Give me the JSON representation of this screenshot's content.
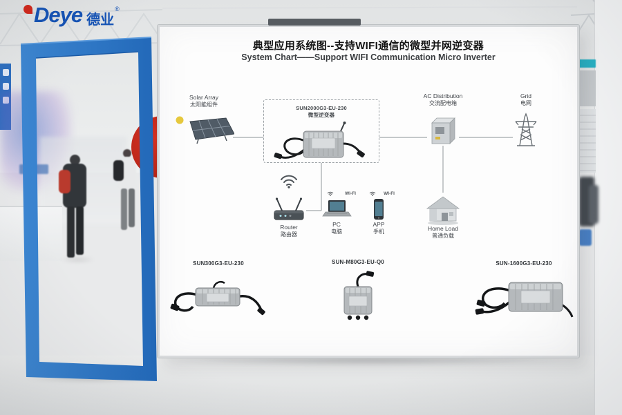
{
  "logo": {
    "brand": "Deye",
    "brand_cn": "德业",
    "registered": "®"
  },
  "board": {
    "title_cn": "典型应用系统图--支持WIFI通信的微型并网逆变器",
    "title_en": "System Chart——Support WIFI Communication Micro Inverter",
    "nodes": {
      "solar": {
        "label_en": "Solar Array",
        "label_cn": "太阳能组件"
      },
      "inverter": {
        "model": "SUN2000G3-EU-230",
        "label_cn": "微型逆变器"
      },
      "ac": {
        "label_en": "AC Distribution",
        "label_cn": "交流配电箱"
      },
      "grid": {
        "label_en": "Grid",
        "label_cn": "电网"
      },
      "router": {
        "label_en": "Router",
        "label_cn": "路由器"
      },
      "pc": {
        "label_en": "PC",
        "label_cn": "电脑",
        "wifi_label": "WI-FI"
      },
      "app": {
        "label_en": "APP",
        "label_cn": "手机",
        "wifi_label": "WI-FI"
      },
      "home": {
        "label_en": "Home Load",
        "label_cn": "普通负载"
      }
    },
    "products": [
      {
        "model": "SUN300G3-EU-230"
      },
      {
        "model": "SUN-M80G3-EU-Q0"
      },
      {
        "model": "SUN-1600G3-EU-230"
      }
    ]
  },
  "colors": {
    "deye_blue": "#1553b5",
    "deye_red": "#d2271b",
    "frame_blue": "#2b78cb",
    "board_white": "#fdfdfd",
    "accent_teal": "#28b2c5"
  }
}
